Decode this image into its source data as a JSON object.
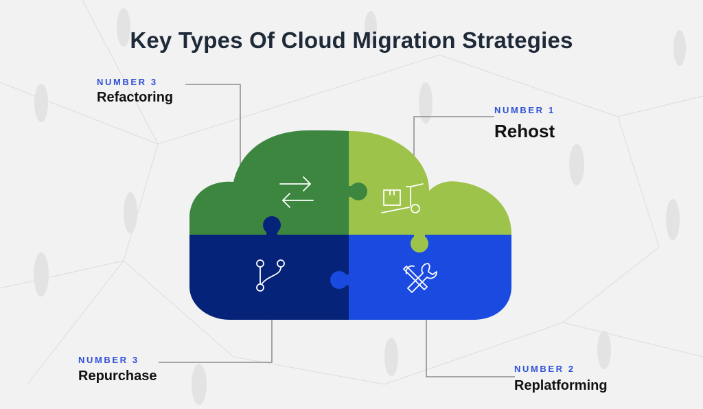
{
  "title": "Key Types Of Cloud Migration Strategies",
  "strategies": [
    {
      "number": "NUMBER 3",
      "name": "Refactoring",
      "color": "#3d8640",
      "icon": "arrows-exchange-icon"
    },
    {
      "number": "NUMBER 1",
      "name": "Rehost",
      "color": "#9dc34a",
      "icon": "box-dolly-icon"
    },
    {
      "number": "NUMBER 3",
      "name": "Repurchase",
      "color": "#06237a",
      "icon": "branch-icon"
    },
    {
      "number": "NUMBER 2",
      "name": "Replatforming",
      "color": "#1a4ae0",
      "icon": "tools-icon"
    }
  ],
  "colors": {
    "accent": "#2f4fd6",
    "title": "#1e2a38",
    "background": "#f2f2f2",
    "connector": "#7a7a7a"
  }
}
